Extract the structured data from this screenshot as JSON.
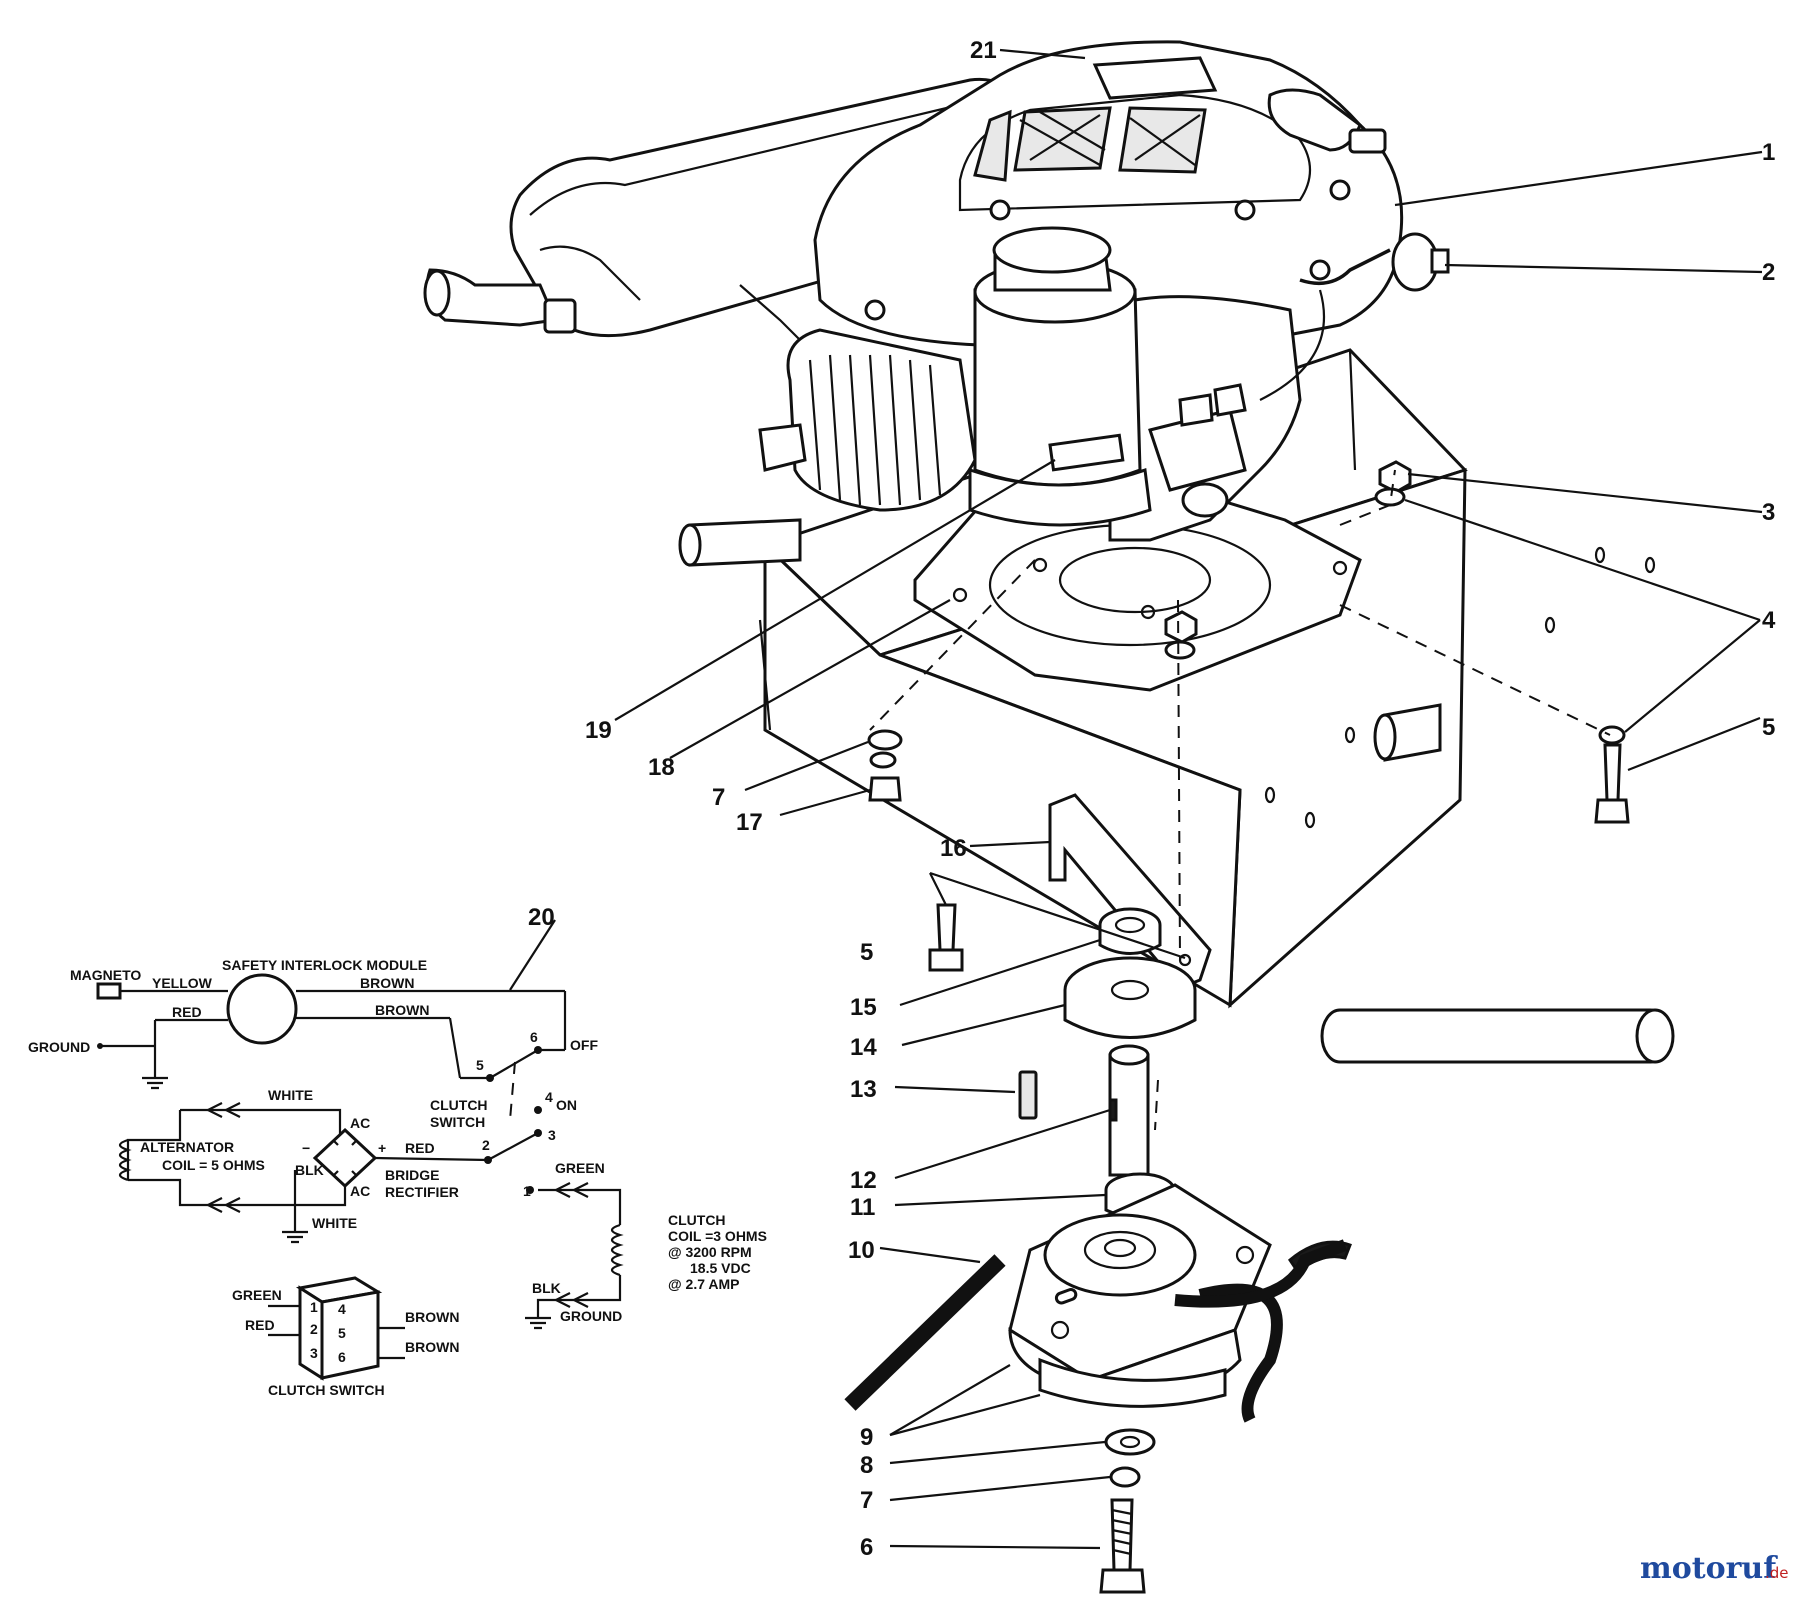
{
  "diagram": {
    "callouts": [
      {
        "id": "c21",
        "text": "21"
      },
      {
        "id": "c1",
        "text": "1"
      },
      {
        "id": "c2",
        "text": "2"
      },
      {
        "id": "c3",
        "text": "3"
      },
      {
        "id": "c4",
        "text": "4"
      },
      {
        "id": "c5a",
        "text": "5"
      },
      {
        "id": "c19",
        "text": "19"
      },
      {
        "id": "c18",
        "text": "18"
      },
      {
        "id": "c7a",
        "text": "7"
      },
      {
        "id": "c17",
        "text": "17"
      },
      {
        "id": "c16",
        "text": "16"
      },
      {
        "id": "c5b",
        "text": "5"
      },
      {
        "id": "c15",
        "text": "15"
      },
      {
        "id": "c14",
        "text": "14"
      },
      {
        "id": "c13",
        "text": "13"
      },
      {
        "id": "c12",
        "text": "12"
      },
      {
        "id": "c11",
        "text": "11"
      },
      {
        "id": "c10",
        "text": "10"
      },
      {
        "id": "c9",
        "text": "9"
      },
      {
        "id": "c8",
        "text": "8"
      },
      {
        "id": "c7b",
        "text": "7"
      },
      {
        "id": "c6",
        "text": "6"
      },
      {
        "id": "c20",
        "text": "20"
      }
    ]
  },
  "wiring": {
    "module_title": "SAFETY INTERLOCK MODULE",
    "magneto": "MAGNETO",
    "yellow": "YELLOW",
    "brown_top": "BROWN",
    "red_top": "RED",
    "brown_mid": "BROWN",
    "ground": "GROUND",
    "off": "OFF",
    "on_num": "4",
    "on": "ON",
    "clutch_switch_l1": "CLUTCH",
    "clutch_switch_l2": "SWITCH",
    "t5": "5",
    "t6": "6",
    "t2": "2",
    "t3": "3",
    "white_top": "WHITE",
    "white_bottom": "WHITE",
    "ac_top": "AC",
    "ac_bottom": "AC",
    "minus": "−",
    "plus": "+",
    "blk": "BLK",
    "red_mid": "RED",
    "alternator_l1": "ALTERNATOR",
    "alternator_l2": "COIL = 5 OHMS",
    "bridge_l1": "BRIDGE",
    "bridge_l2": "RECTIFIER",
    "green_right": "GREEN",
    "t1": "1",
    "clutch_coil_l1": "CLUTCH",
    "clutch_coil_l2": "COIL =3 OHMS",
    "clutch_coil_l3": "@ 3200 RPM",
    "clutch_coil_l4": "18.5 VDC",
    "clutch_coil_l5": "@ 2.7 AMP",
    "blk_bottom": "BLK",
    "ground_bottom": "GROUND"
  },
  "switch_block": {
    "green": "GREEN",
    "red": "RED",
    "brown1": "BROWN",
    "brown2": "BROWN",
    "p1": "1",
    "p2": "2",
    "p3": "3",
    "p4": "4",
    "p5": "5",
    "p6": "6",
    "caption": "CLUTCH SWITCH"
  },
  "watermark": {
    "brand": "motoruf",
    "suffix": ".de"
  }
}
